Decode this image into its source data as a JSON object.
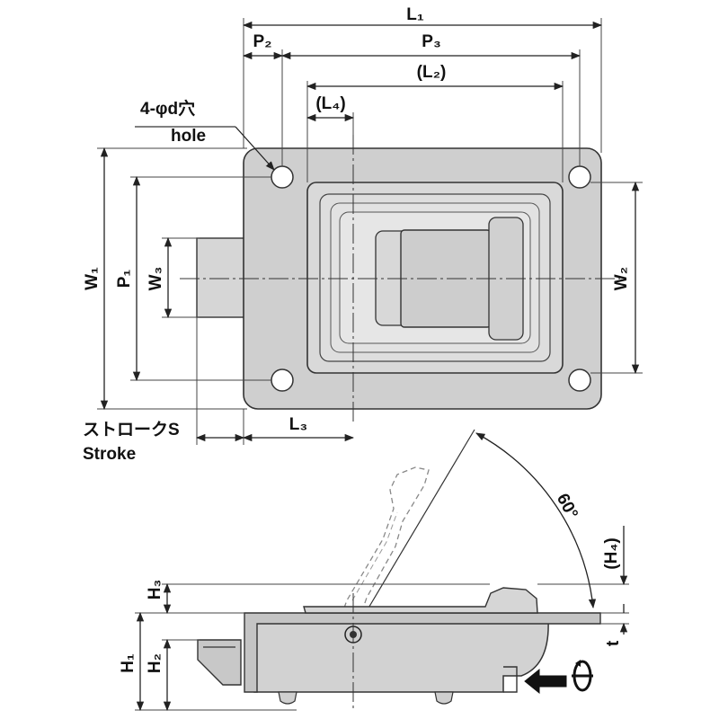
{
  "dimensions": {
    "L1": "L₁",
    "P2": "P₂",
    "P3": "P₃",
    "L2": "(L₂)",
    "L4": "(L₄)",
    "L3": "L₃",
    "W1": "W₁",
    "P1": "P₁",
    "W3": "W₃",
    "W2": "W₂",
    "H1": "H₁",
    "H2": "H₂",
    "H3": "H₃",
    "H4": "(H₄)",
    "t": "t",
    "angle": "60°"
  },
  "hole_note": {
    "line1": "4-φd穴",
    "line2": "hole"
  },
  "stroke_note": {
    "line1": "ストロークS",
    "line2": "Stroke"
  },
  "icons": [
    "hole-callout-arrow",
    "push-arrow-icon",
    "rotate-key-icon"
  ]
}
